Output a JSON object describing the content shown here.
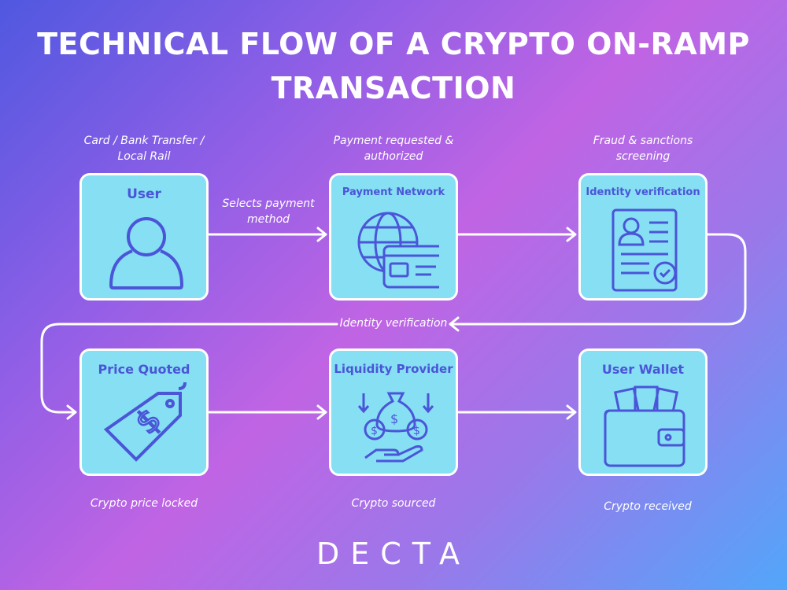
{
  "title": {
    "line1": "TECHNICAL FLOW OF A CRYPTO ON-RAMP",
    "line2": "TRANSACTION"
  },
  "nodes": [
    {
      "label": "User",
      "icon": "user-icon",
      "caption_above": [
        "Card / Bank Transfer /",
        "Local Rail"
      ]
    },
    {
      "label": "Payment Network",
      "icon": "globe-card-icon",
      "caption_above": [
        "Payment requested &",
        "authorized"
      ]
    },
    {
      "label": "Identity verification",
      "icon": "id-document-icon",
      "caption_above": [
        "Fraud & sanctions",
        "screening"
      ]
    },
    {
      "label": "Price Quoted",
      "icon": "price-tag-icon",
      "caption_below": "Crypto price locked"
    },
    {
      "label": "Liquidity Provider",
      "icon": "money-bags-hand-icon",
      "caption_below": "Crypto sourced"
    },
    {
      "label": "User Wallet",
      "icon": "wallet-icon",
      "caption_below": "Crypto received"
    }
  ],
  "edges": [
    {
      "label": [
        "Selects payment",
        "method"
      ]
    },
    {
      "label": "Identity verification"
    }
  ],
  "logo": "DECTA",
  "colors": {
    "box": "#86dff3",
    "icon": "#4a55d8",
    "border": "#ffffff"
  }
}
